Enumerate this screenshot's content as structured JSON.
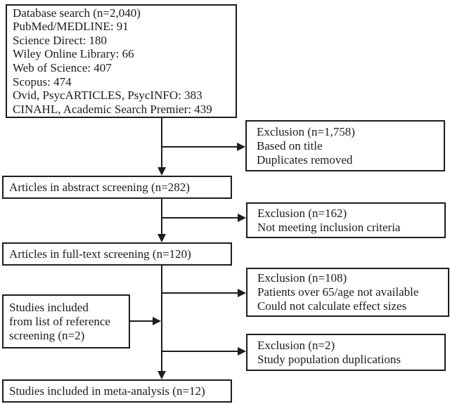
{
  "diagram": {
    "background": "#ffffff",
    "stroke_color": "#1d1d1d",
    "boxes": {
      "database": {
        "lines": [
          "Database search (n=2,040)",
          "PubMed/MEDLINE: 91",
          "Science Direct: 180",
          "Wiley Online Library: 66",
          "Web of Science: 407",
          "Scopus: 474",
          "Ovid, PsycARTICLES, PsycINFO: 383",
          "CINAHL, Academic Search Premier: 439"
        ]
      },
      "exclusion_title": {
        "lines": [
          "Exclusion (n=1,758)",
          "Based on title",
          "Duplicates removed"
        ]
      },
      "abstract_screening": {
        "label": "Articles in abstract screening (n=282)"
      },
      "exclusion_criteria": {
        "lines": [
          "Exclusion (n=162)",
          "Not meeting inclusion criteria"
        ]
      },
      "fulltext_screening": {
        "label": "Articles in full-text screening (n=120)"
      },
      "exclusion_age": {
        "lines": [
          "Exclusion (n=108)",
          "Patients over 65/age not available",
          "Could not calculate effect sizes"
        ]
      },
      "reference_screening": {
        "lines": [
          "Studies included",
          "from list of reference",
          "screening (n=2)"
        ]
      },
      "exclusion_duplication": {
        "lines": [
          "Exclusion (n=2)",
          "Study population duplications"
        ]
      },
      "meta_analysis": {
        "label": "Studies included in meta-analysis (n=12)"
      }
    }
  }
}
